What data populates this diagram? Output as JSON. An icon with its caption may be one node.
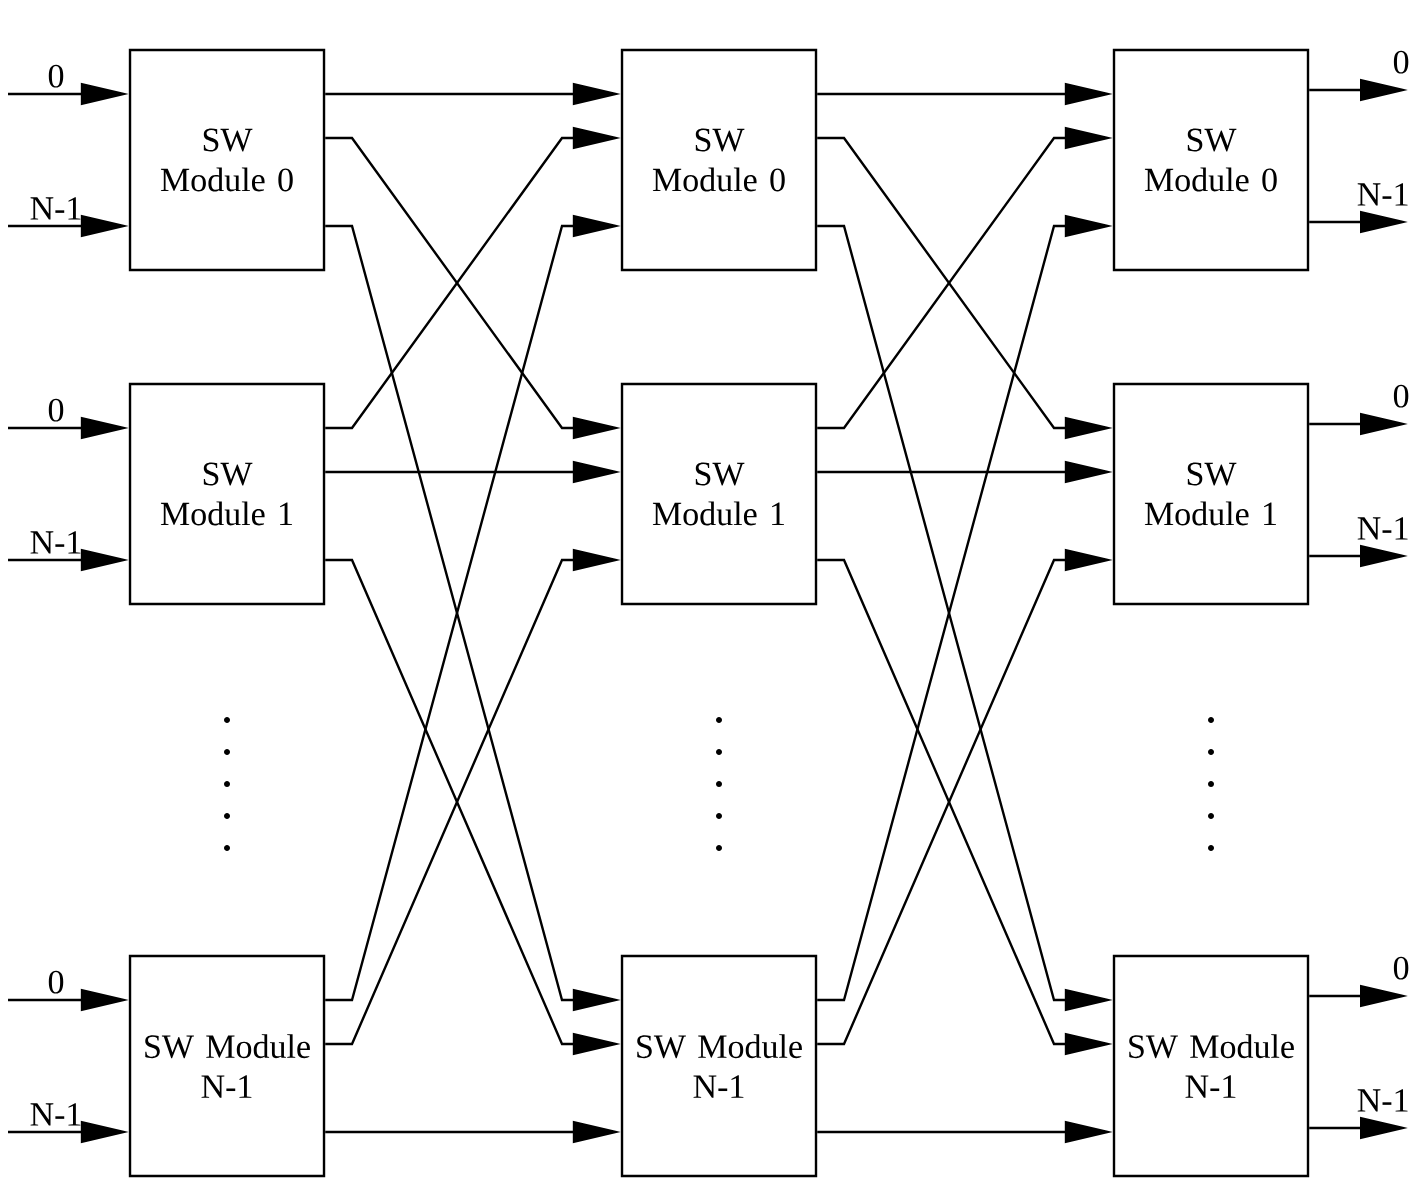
{
  "diagram": {
    "nodes": [
      {
        "text": [
          "SW Module 0"
        ]
      },
      {
        "text": [
          "SW Module 0"
        ]
      },
      {
        "text": [
          "SW Module 0"
        ]
      },
      {
        "text": [
          "SW Module 1"
        ]
      },
      {
        "text": [
          "SW Module 1"
        ]
      },
      {
        "text": [
          "SW Module 1"
        ]
      },
      {
        "text": [
          "SW Module N-1"
        ]
      },
      {
        "text": [
          "SW Module N-1"
        ]
      },
      {
        "text": [
          "SW Module N-1"
        ]
      }
    ],
    "edges": [
      {
        "from": null,
        "to": 0,
        "arrow": "to",
        "label": "0"
      },
      {
        "from": null,
        "to": 0,
        "arrow": "to",
        "label": "N-1"
      },
      {
        "from": null,
        "to": 3,
        "arrow": "to",
        "label": "0"
      },
      {
        "from": null,
        "to": 3,
        "arrow": "to",
        "label": "N-1"
      },
      {
        "from": null,
        "to": 6,
        "arrow": "to",
        "label": "0"
      },
      {
        "from": null,
        "to": 6,
        "arrow": "to",
        "label": "N-1"
      },
      {
        "from": 0,
        "to": 1,
        "arrow": "to"
      },
      {
        "from": 0,
        "to": 4,
        "arrow": "to"
      },
      {
        "from": 0,
        "to": 7,
        "arrow": "to"
      },
      {
        "from": 3,
        "to": 1,
        "arrow": "to"
      },
      {
        "from": 3,
        "to": 4,
        "arrow": "to"
      },
      {
        "from": 3,
        "to": 7,
        "arrow": "to"
      },
      {
        "from": 6,
        "to": 1,
        "arrow": "to"
      },
      {
        "from": 6,
        "to": 4,
        "arrow": "to"
      },
      {
        "from": 6,
        "to": 7,
        "arrow": "to"
      },
      {
        "from": 1,
        "to": 2,
        "arrow": "to"
      },
      {
        "from": 1,
        "to": 5,
        "arrow": "to"
      },
      {
        "from": 1,
        "to": 8,
        "arrow": "to"
      },
      {
        "from": 4,
        "to": 2,
        "arrow": "to"
      },
      {
        "from": 4,
        "to": 5,
        "arrow": "to"
      },
      {
        "from": 4,
        "to": 8,
        "arrow": "to"
      },
      {
        "from": 7,
        "to": 2,
        "arrow": "to"
      },
      {
        "from": 7,
        "to": 5,
        "arrow": "to"
      },
      {
        "from": 7,
        "to": 8,
        "arrow": "to"
      },
      {
        "from": 2,
        "to": null,
        "arrow": "to",
        "label": "0"
      },
      {
        "from": 2,
        "to": null,
        "arrow": "to",
        "label": "N-1"
      },
      {
        "from": 5,
        "to": null,
        "arrow": "to",
        "label": "0"
      },
      {
        "from": 5,
        "to": null,
        "arrow": "to",
        "label": "N-1"
      },
      {
        "from": 8,
        "to": null,
        "arrow": "to",
        "label": "0"
      },
      {
        "from": 8,
        "to": null,
        "arrow": "to",
        "label": "N-1"
      }
    ]
  }
}
